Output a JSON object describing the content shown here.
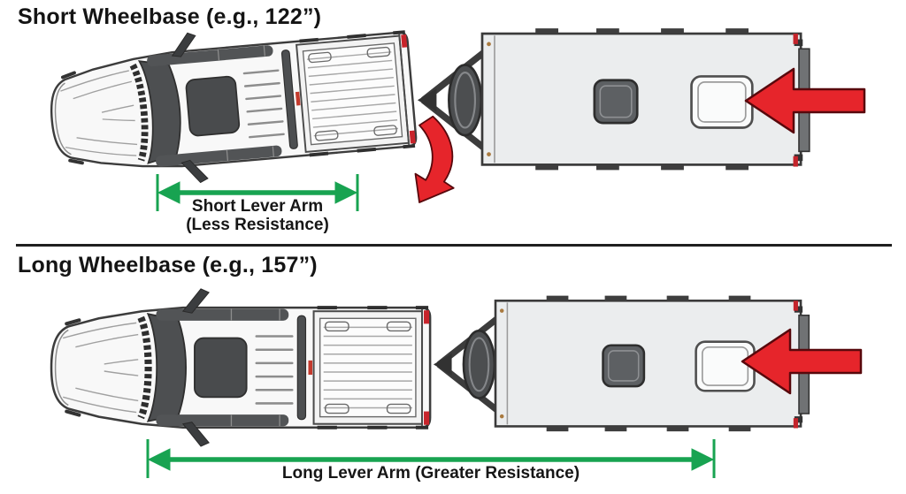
{
  "diagram": {
    "top_panel": {
      "title": "Short Wheelbase (e.g., 122”)",
      "lever_arm_label": "Short Lever Arm",
      "lever_arm_sublabel": "(Less Resistance)"
    },
    "bottom_panel": {
      "title": "Long Wheelbase (e.g., 157”)",
      "lever_arm_label": "Long Lever Arm (Greater Resistance)"
    },
    "colors": {
      "dimension_arrow_green": "#18a351",
      "force_arrow_red": "#e6252b",
      "force_arrow_outline": "#58080c",
      "line_dark": "#3a3a3a",
      "title_text": "#141414"
    }
  }
}
